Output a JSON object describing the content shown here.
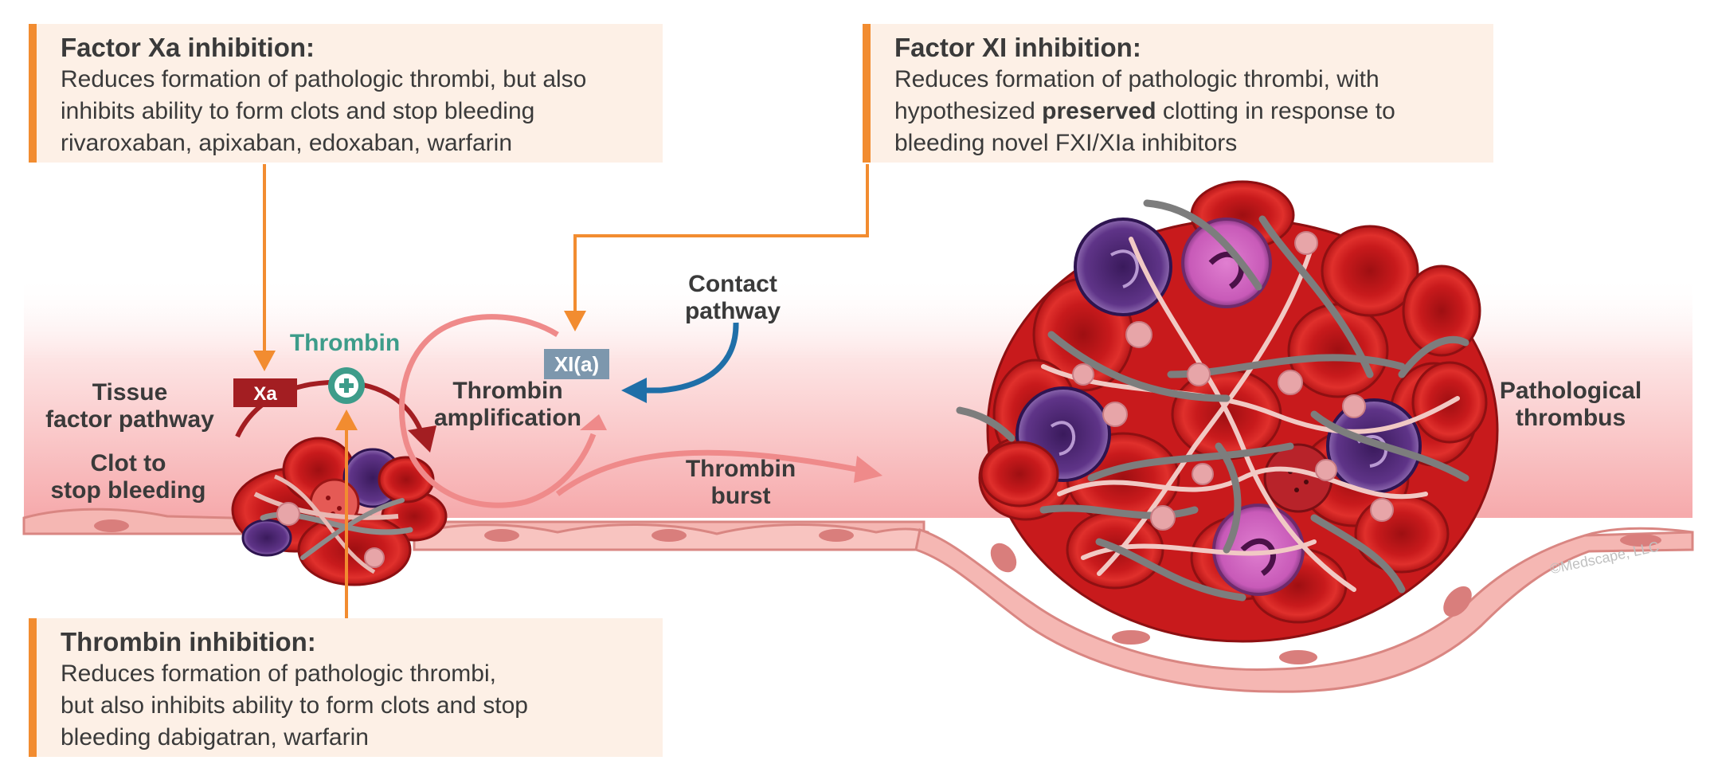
{
  "boxes": {
    "xa": {
      "title": "Factor Xa inhibition:",
      "lines": [
        "Reduces formation of pathologic thrombi, but also",
        "inhibits ability to form clots and stop bleeding",
        "rivaroxaban, apixaban, edoxaban, warfarin"
      ]
    },
    "xi": {
      "title": "Factor XI inhibition:",
      "line1": "Reduces formation of pathologic thrombi, with",
      "line2_pre": "hypothesized ",
      "line2_bold": "preserved",
      "line2_post": " clotting in response to",
      "line3": "bleeding novel FXI/XIa inhibitors"
    },
    "thrombin": {
      "title": "Thrombin inhibition:",
      "lines": [
        "Reduces formation of pathologic thrombi,",
        "but also inhibits ability to form clots and stop",
        "bleeding dabigatran, warfarin"
      ]
    }
  },
  "labels": {
    "thrombin": "Thrombin",
    "xa_badge": "Xa",
    "xi_badge": "XI(a)",
    "contact": [
      "Contact",
      "pathway"
    ],
    "tissue": [
      "Tissue",
      "factor pathway"
    ],
    "clot": [
      "Clot to",
      "stop bleeding"
    ],
    "amplification": [
      "Thrombin",
      "amplification"
    ],
    "burst": [
      "Thrombin",
      "burst"
    ],
    "pathological": [
      "Pathological",
      "thrombus"
    ],
    "copyright": "©Medscape, LLC"
  },
  "colors": {
    "orange": "#f28c30",
    "box_bg": "#fdf0e6",
    "xa_red": "#a31e22",
    "thrombin_teal": "#3d9c8a",
    "xi_badge": "#7d97ad",
    "contact_blue": "#1f6fa8",
    "pink_arrow": "#ef8a8a",
    "rbc": "#d7211f",
    "wbc": "#5a2e7f"
  }
}
